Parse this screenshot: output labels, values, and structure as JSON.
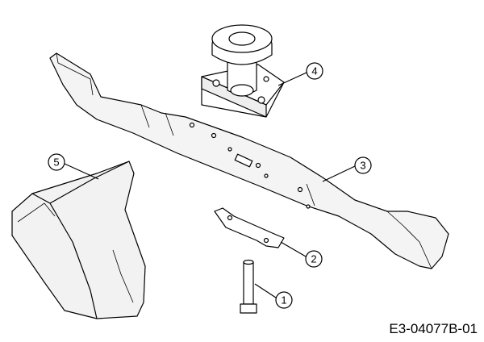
{
  "diagram_code": "E3-04077B-01",
  "callouts": [
    {
      "number": "1",
      "part": "bolt"
    },
    {
      "number": "2",
      "part": "blade-bracket"
    },
    {
      "number": "3",
      "part": "blade"
    },
    {
      "number": "4",
      "part": "blade-adapter-pulley"
    },
    {
      "number": "5",
      "part": "mulching-plug"
    }
  ]
}
